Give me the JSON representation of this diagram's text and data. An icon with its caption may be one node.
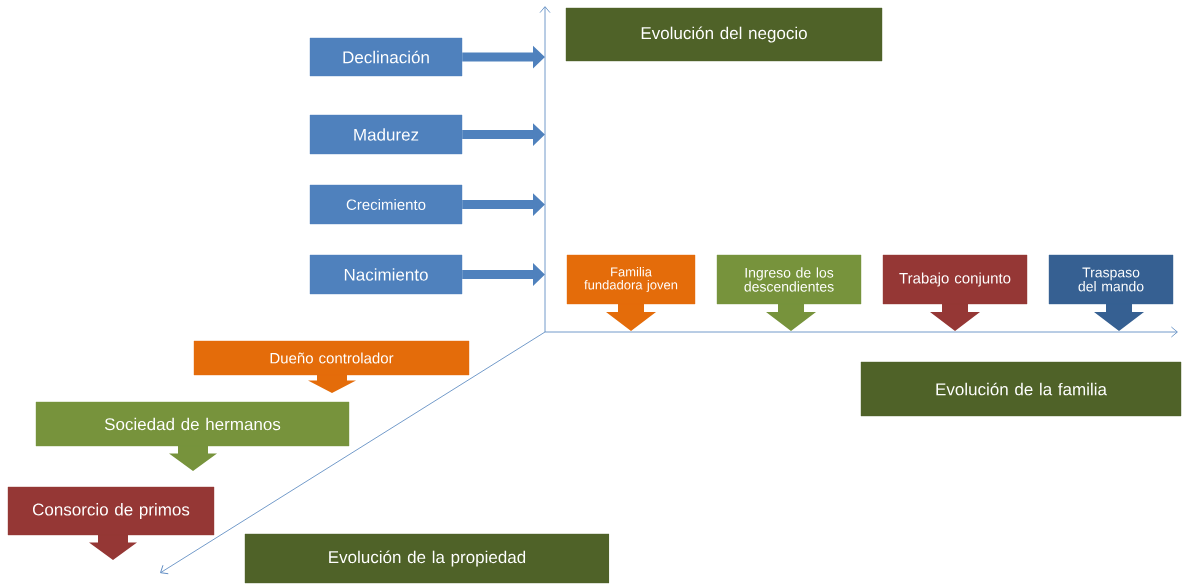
{
  "diagram": {
    "nodes": [
      {
        "text": [
          "Evolución del negocio"
        ]
      },
      {
        "text": [
          "Declinación"
        ]
      },
      {
        "text": [
          "Madurez"
        ]
      },
      {
        "text": [
          "Crecimiento"
        ]
      },
      {
        "text": [
          "Nacimiento"
        ]
      },
      {
        "text": [
          "Familia fundadora joven"
        ]
      },
      {
        "text": [
          "Ingreso de los descendientes"
        ]
      },
      {
        "text": [
          "Trabajo conjunto"
        ]
      },
      {
        "text": [
          "Traspaso del mando"
        ]
      },
      {
        "text": [
          "Dueño controlador"
        ]
      },
      {
        "text": [
          "Evolución de la familia"
        ]
      },
      {
        "text": [
          "Sociedad de hermanos"
        ]
      },
      {
        "text": [
          "Consorcio de primos"
        ]
      },
      {
        "text": [
          "Evolución de la propiedad"
        ]
      }
    ],
    "edges": [
      {
        "from": 1,
        "to": null,
        "arrow": "to"
      },
      {
        "from": 2,
        "to": null,
        "arrow": "to"
      },
      {
        "from": 3,
        "to": null,
        "arrow": "to"
      },
      {
        "from": 4,
        "to": null,
        "arrow": "to"
      }
    ]
  }
}
